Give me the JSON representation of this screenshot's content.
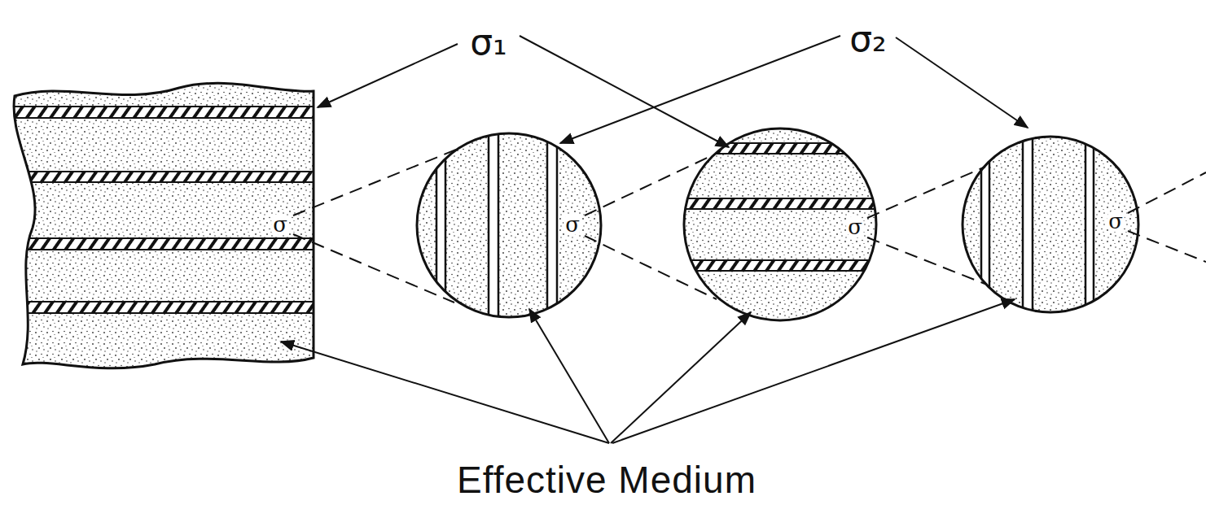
{
  "diagram": {
    "labels": [
      "σ₁",
      "σ₂",
      "Effective Medium",
      "σ",
      "σ",
      "σ",
      "σ"
    ]
  }
}
